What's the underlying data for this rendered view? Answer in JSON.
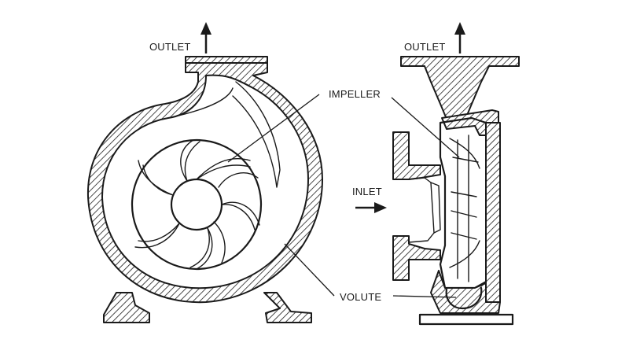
{
  "labels": {
    "outlet_left": "OUTLET",
    "outlet_right": "OUTLET",
    "impeller": "IMPELLER",
    "inlet": "INLET",
    "volute": "VOLUTE"
  },
  "colors": {
    "line": "#1a1a1a",
    "background": "#ffffff"
  }
}
